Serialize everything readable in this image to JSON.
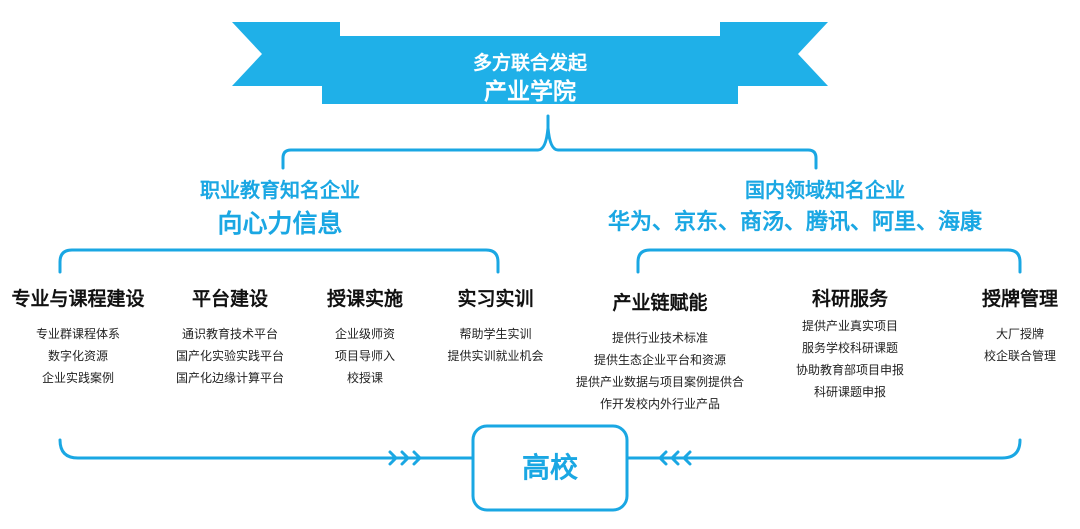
{
  "banner": {
    "line1": "多方联合发起",
    "line2": "产业学院"
  },
  "left_group": {
    "title": "职业教育知名企业",
    "subtitle": "向心力信息",
    "columns": [
      {
        "title": "专业与课程建设",
        "items": [
          "专业群课程体系",
          "数字化资源",
          "企业实践案例"
        ]
      },
      {
        "title": "平台建设",
        "items": [
          "通识教育技术平台",
          "国产化实验实践平台",
          "国产化边缘计算平台"
        ]
      },
      {
        "title": "授课实施",
        "items": [
          "企业级师资",
          "项目导师入",
          "校授课"
        ]
      },
      {
        "title": "实习实训",
        "items": [
          "帮助学生实训",
          "提供实训就业机会"
        ]
      }
    ]
  },
  "right_group": {
    "title": "国内领域知名企业",
    "subtitle": "华为、京东、商汤、腾讯、阿里、海康",
    "columns": [
      {
        "title": "产业链赋能",
        "items": [
          "提供行业技术标准",
          "提供生态企业平台和资源",
          "提供产业数据与项目案例提供合",
          "作开发校内外行业产品"
        ]
      },
      {
        "title": "科研服务",
        "items": [
          "提供产业真实项目",
          "服务学校科研课题",
          "协助教育部项目申报",
          "科研课题申报"
        ]
      },
      {
        "title": "授牌管理",
        "items": [
          "大厂授牌",
          "校企联合管理"
        ]
      }
    ]
  },
  "center": {
    "label": "高校"
  },
  "colors": {
    "accent": "#1aa7e3",
    "banner_face": "#1fb0e8",
    "banner_fold": "#0f7fb8",
    "text_dark": "#111111"
  }
}
